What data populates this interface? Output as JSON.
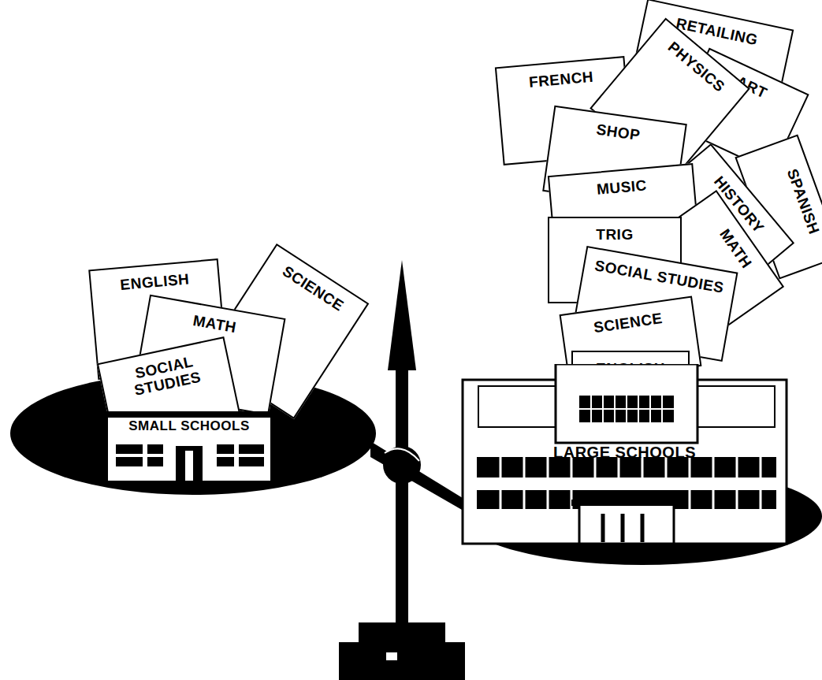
{
  "diagram": {
    "nodes": [
      {
        "text": [
          "SMALL SCHOOLS"
        ]
      },
      {
        "text": [
          "ENGLISH"
        ],
        "in": 0
      },
      {
        "text": [
          "SCIENCE"
        ],
        "in": 0
      },
      {
        "text": [
          "MATH"
        ],
        "in": 0
      },
      {
        "text": [
          "SOCIAL STUDIES"
        ],
        "in": 0
      },
      {
        "text": [
          "LARGE SCHOOLS"
        ]
      },
      {
        "text": [
          "RETAILING"
        ],
        "in": 5
      },
      {
        "text": [
          "FRENCH"
        ],
        "in": 5
      },
      {
        "text": [
          "PHYSICS"
        ],
        "in": 5
      },
      {
        "text": [
          "ART"
        ],
        "in": 5
      },
      {
        "text": [
          "SHOP"
        ],
        "in": 5
      },
      {
        "text": [
          "SPANISH"
        ],
        "in": 5
      },
      {
        "text": [
          "HISTORY"
        ],
        "in": 5
      },
      {
        "text": [
          "MUSIC"
        ],
        "in": 5
      },
      {
        "text": [
          "MATH"
        ],
        "in": 5
      },
      {
        "text": [
          "TRIG"
        ],
        "in": 5
      },
      {
        "text": [
          "SOCIAL STUDIES"
        ],
        "in": 5
      },
      {
        "text": [
          "SCIENCE"
        ],
        "in": 5
      },
      {
        "text": [
          "ENGLISH"
        ],
        "in": 5
      }
    ]
  }
}
